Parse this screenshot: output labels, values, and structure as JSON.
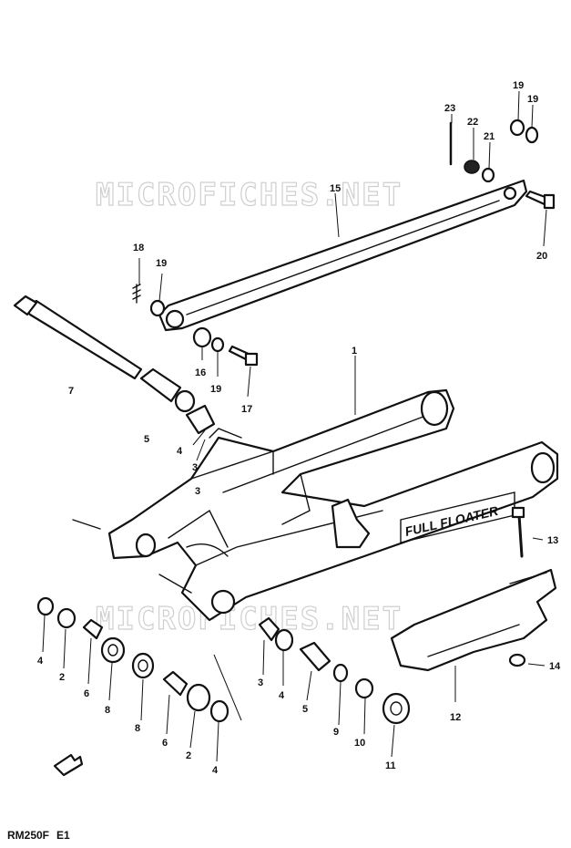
{
  "watermark": "MICROFICHES.NET",
  "model_code": "RM250F",
  "region_code": "E1",
  "callouts": {
    "n1": "1",
    "n2a": "2",
    "n2b": "2",
    "n3a": "3",
    "n3b": "3",
    "n3c": "3",
    "n4a": "4",
    "n4b": "4",
    "n4c": "4",
    "n4d": "4",
    "n5a": "5",
    "n5b": "5",
    "n6a": "6",
    "n6b": "6",
    "n7": "7",
    "n8a": "8",
    "n8b": "8",
    "n9": "9",
    "n10": "10",
    "n11": "11",
    "n12": "12",
    "n13": "13",
    "n14": "14",
    "n15": "15",
    "n16": "16",
    "n17": "17",
    "n18": "18",
    "n19a": "19",
    "n19b": "19",
    "n19c": "19",
    "n19d": "19",
    "n20": "20",
    "n21": "21",
    "n22": "22",
    "n23": "23"
  },
  "swingarm_decal": "FULL FLOATER"
}
